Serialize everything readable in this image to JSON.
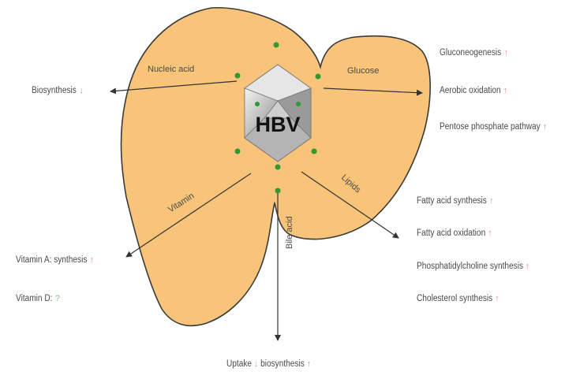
{
  "center_label": "HBV",
  "edges": {
    "nucleic_acid": "Nucleic acid",
    "glucose": "Glucose",
    "vitamin": "Vitamin",
    "lipids": "Lipids",
    "bile_acid": "Bile acid"
  },
  "outcomes": {
    "biosynthesis": {
      "text": "Biosynthesis",
      "arrow": "↓"
    },
    "gluconeogenesis": {
      "text": "Gluconeogenesis",
      "arrow": "↑"
    },
    "aerobic_oxidation": {
      "text": "Aerobic oxidation",
      "arrow": "↑"
    },
    "pentose": {
      "text": "Pentose phosphate pathway",
      "arrow": "↑"
    },
    "fatty_acid_synthesis": {
      "text": "Fatty acid synthesis",
      "arrow": "↑"
    },
    "fatty_acid_oxidation": {
      "text": "Fatty acid oxidation",
      "arrow": "↑"
    },
    "phosphatidylcholine": {
      "text": "Phosphatidylcholine synthesis",
      "arrow": "↑"
    },
    "cholesterol": {
      "text": "Cholesterol synthesis",
      "arrow": "↑"
    },
    "vitamin_a": {
      "text": "Vitamin A: synthesis",
      "arrow": "↑"
    },
    "vitamin_d": {
      "text": "Vitamin D:",
      "arrow": "?"
    },
    "bile_uptake": {
      "text": "Uptake",
      "arrow": "↓"
    },
    "bile_biosynthesis": {
      "text": "biosynthesis",
      "arrow": "↑"
    }
  },
  "colors": {
    "liver_fill": "#f7c47a",
    "liver_stroke": "#3a3a3a",
    "dot": "#2f9a2f",
    "up_arrow": "#e88a8a",
    "down_arrow": "#7cc47c",
    "line": "#333333"
  }
}
